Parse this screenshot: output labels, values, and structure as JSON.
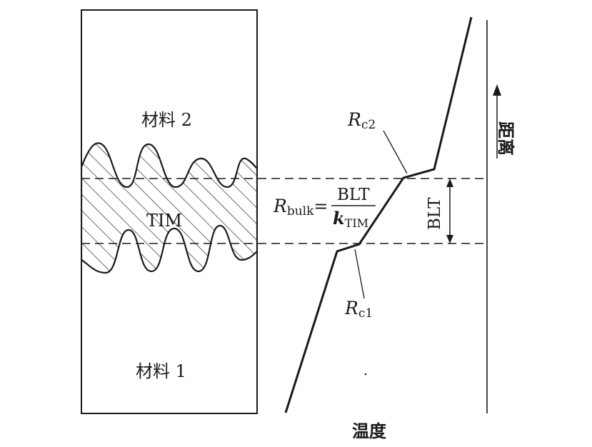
{
  "labels": {
    "material2": "材料 2",
    "material1": "材料 1",
    "tim": "TIM",
    "rc2_main": "R",
    "rc2_sub": "c2",
    "rc1_main": "R",
    "rc1_sub": "c1",
    "rbulk_main": "R",
    "rbulk_sub": "bulk",
    "equals": "=",
    "frac_num": "BLT",
    "frac_den_main": "k",
    "frac_den_sub": "TIM",
    "blt": "BLT",
    "distance": "距离",
    "temperature": "温度"
  },
  "colors": {
    "ink": "#1a1a1a",
    "background": "#ffffff"
  }
}
